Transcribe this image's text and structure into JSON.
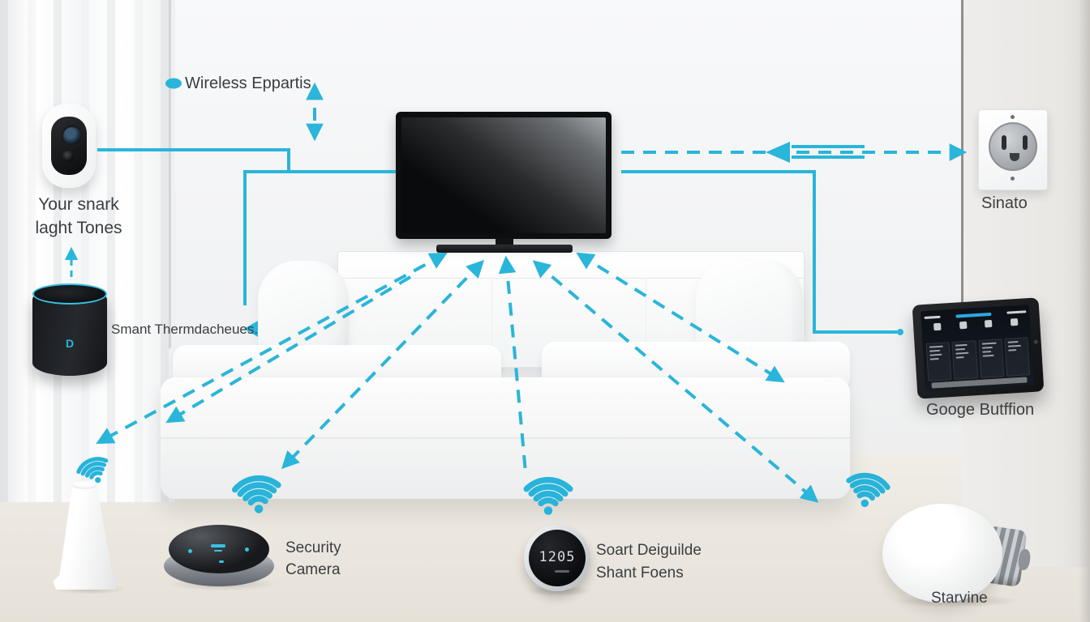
{
  "colors": {
    "accent": "#2ab5da",
    "text": "#3b3e41"
  },
  "labels": {
    "wireless": "Wireless Eppartis",
    "camera_caption_line1": "Your snark",
    "camera_caption_line2": "laght Tones",
    "thermostat_wall": "Smant Thermdacheues.",
    "outlet": "Sinato",
    "tablet": "Googe Butffion",
    "security_line1": "Security",
    "security_line2": "Camera",
    "center_device_line1": "Soart Deiguilde",
    "center_device_line2": "Shant Foens",
    "bulb": "Starvine"
  },
  "devices": {
    "thermostat_display": "1205",
    "speaker_logo": "D"
  },
  "icons": {
    "wifi": "wifi-icon",
    "wireless_badge": "wireless-icon",
    "arrows": "connection-arrow"
  }
}
